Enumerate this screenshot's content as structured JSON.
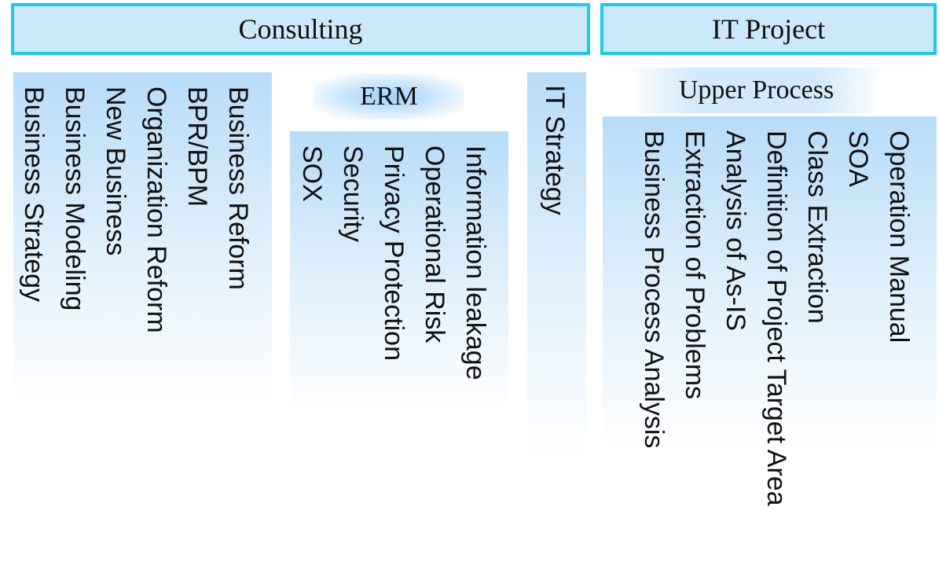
{
  "headers": {
    "consulting": "Consulting",
    "it_project": "IT Project"
  },
  "subheaders": {
    "erm": "ERM",
    "upper_process": "Upper Process"
  },
  "consulting_items": [
    "Business Reform",
    "BPR/BPM",
    "Organization Reform",
    "New Business",
    "Business Modeling",
    "Business Strategy"
  ],
  "erm_items": [
    "Information leakage",
    "Operational Risk",
    "Privacy Protection",
    "Security",
    "SOX"
  ],
  "it_strategy_items": [
    "IT Strategy"
  ],
  "upper_process_items": [
    "Operation Manual",
    "SOA",
    "Class Extraction",
    "Definition of Project Target Area",
    "Analysis of As-IS",
    "Extraction of Problems",
    "Business Process Analysis"
  ],
  "colors": {
    "header_border": "#1ec8f0",
    "header_fill": "#cce8fb",
    "panel_top": "#b8dcf7",
    "text": "#111111"
  }
}
